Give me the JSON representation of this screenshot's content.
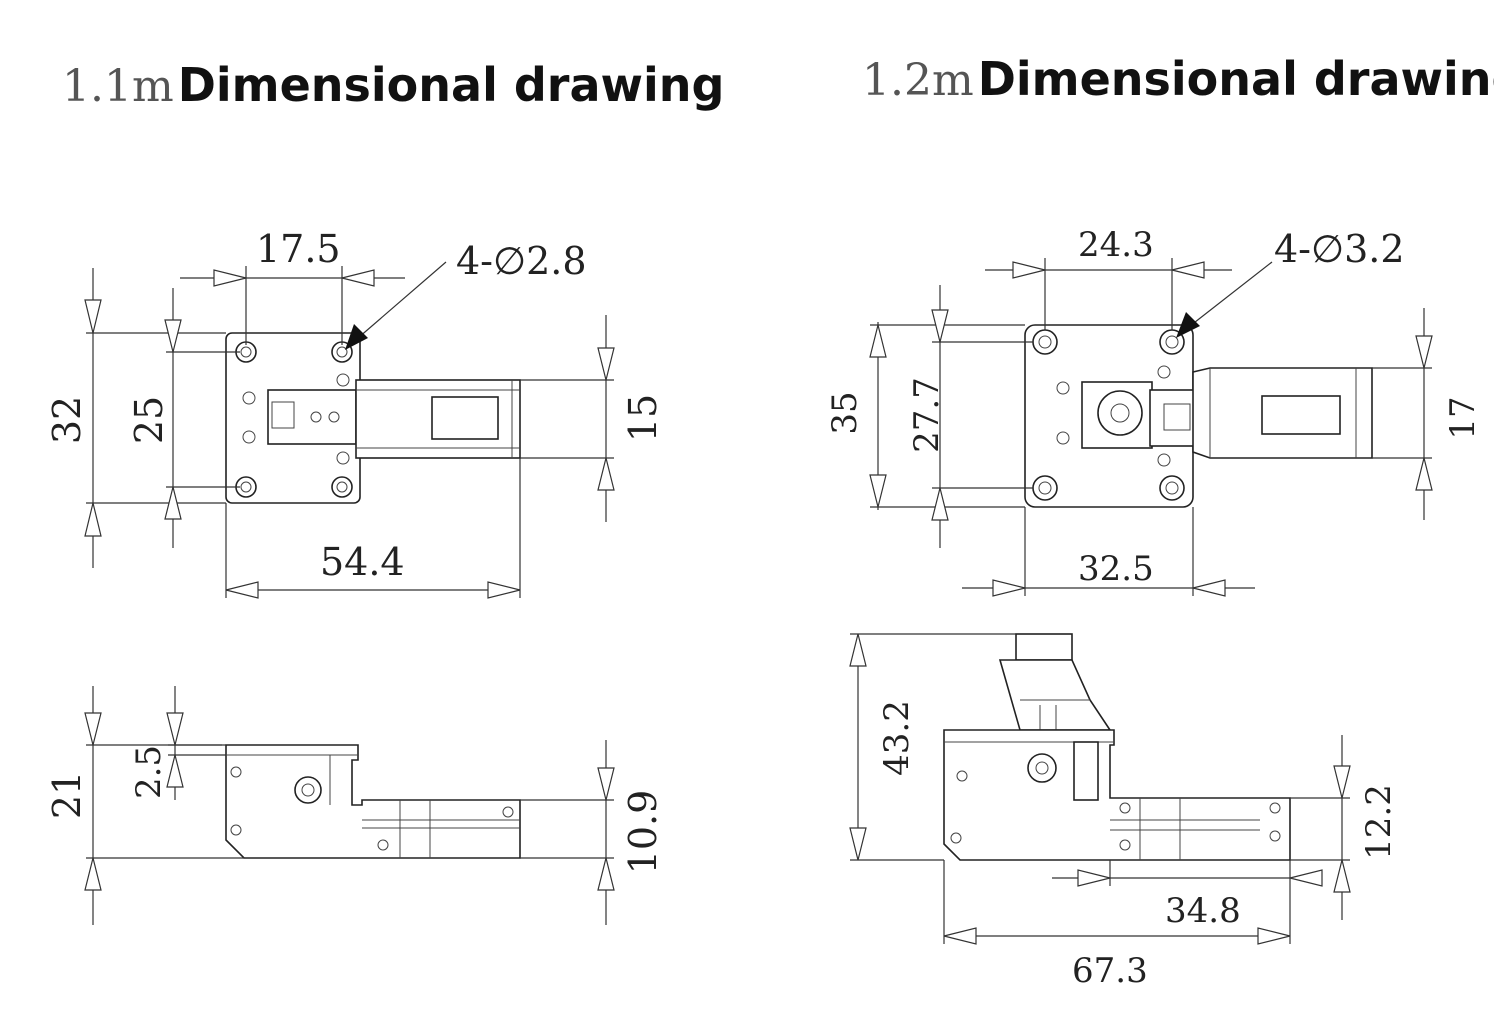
{
  "titles": {
    "left": {
      "prefix": "1.1m",
      "main": "Dimensional drawing"
    },
    "right": {
      "prefix": "1.2m",
      "main": "Dimensional drawing"
    }
  },
  "left_top": {
    "hole_spacing": "17.5",
    "hole_note": "4-∅2.8",
    "height_total": "32",
    "height_holes": "25",
    "arm_width": "15",
    "length": "54.4"
  },
  "left_side": {
    "height_total": "21",
    "plate_thickness": "2.5",
    "arm_height": "10.9"
  },
  "right_top": {
    "hole_spacing": "24.3",
    "hole_note": "4-∅3.2",
    "height_total": "35",
    "height_holes": "27.7",
    "arm_width": "17",
    "width": "32.5"
  },
  "right_side": {
    "height_total": "43.2",
    "arm_height": "12.2",
    "arm_length": "34.8",
    "length": "67.3"
  }
}
